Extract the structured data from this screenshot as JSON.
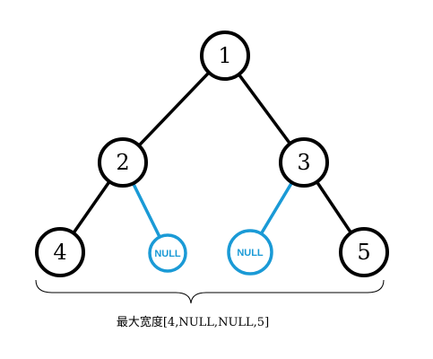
{
  "colors": {
    "node": "#000000",
    "null_node": "#1a9ad6",
    "background": "#ffffff"
  },
  "tree": {
    "nodes": [
      {
        "id": "n1",
        "label": "1",
        "kind": "value"
      },
      {
        "id": "n2",
        "label": "2",
        "kind": "value"
      },
      {
        "id": "n3",
        "label": "3",
        "kind": "value"
      },
      {
        "id": "n4",
        "label": "4",
        "kind": "value"
      },
      {
        "id": "n2r",
        "label": "NULL",
        "kind": "null"
      },
      {
        "id": "n3l",
        "label": "NULL",
        "kind": "null"
      },
      {
        "id": "n5",
        "label": "5",
        "kind": "value"
      }
    ],
    "edges": [
      {
        "from": "n1",
        "to": "n2",
        "kind": "value"
      },
      {
        "from": "n1",
        "to": "n3",
        "kind": "value"
      },
      {
        "from": "n2",
        "to": "n4",
        "kind": "value"
      },
      {
        "from": "n2",
        "to": "n2r",
        "kind": "null"
      },
      {
        "from": "n3",
        "to": "n3l",
        "kind": "null"
      },
      {
        "from": "n3",
        "to": "n5",
        "kind": "value"
      }
    ]
  },
  "caption": "最大宽度[4,NULL,NULL,5]"
}
